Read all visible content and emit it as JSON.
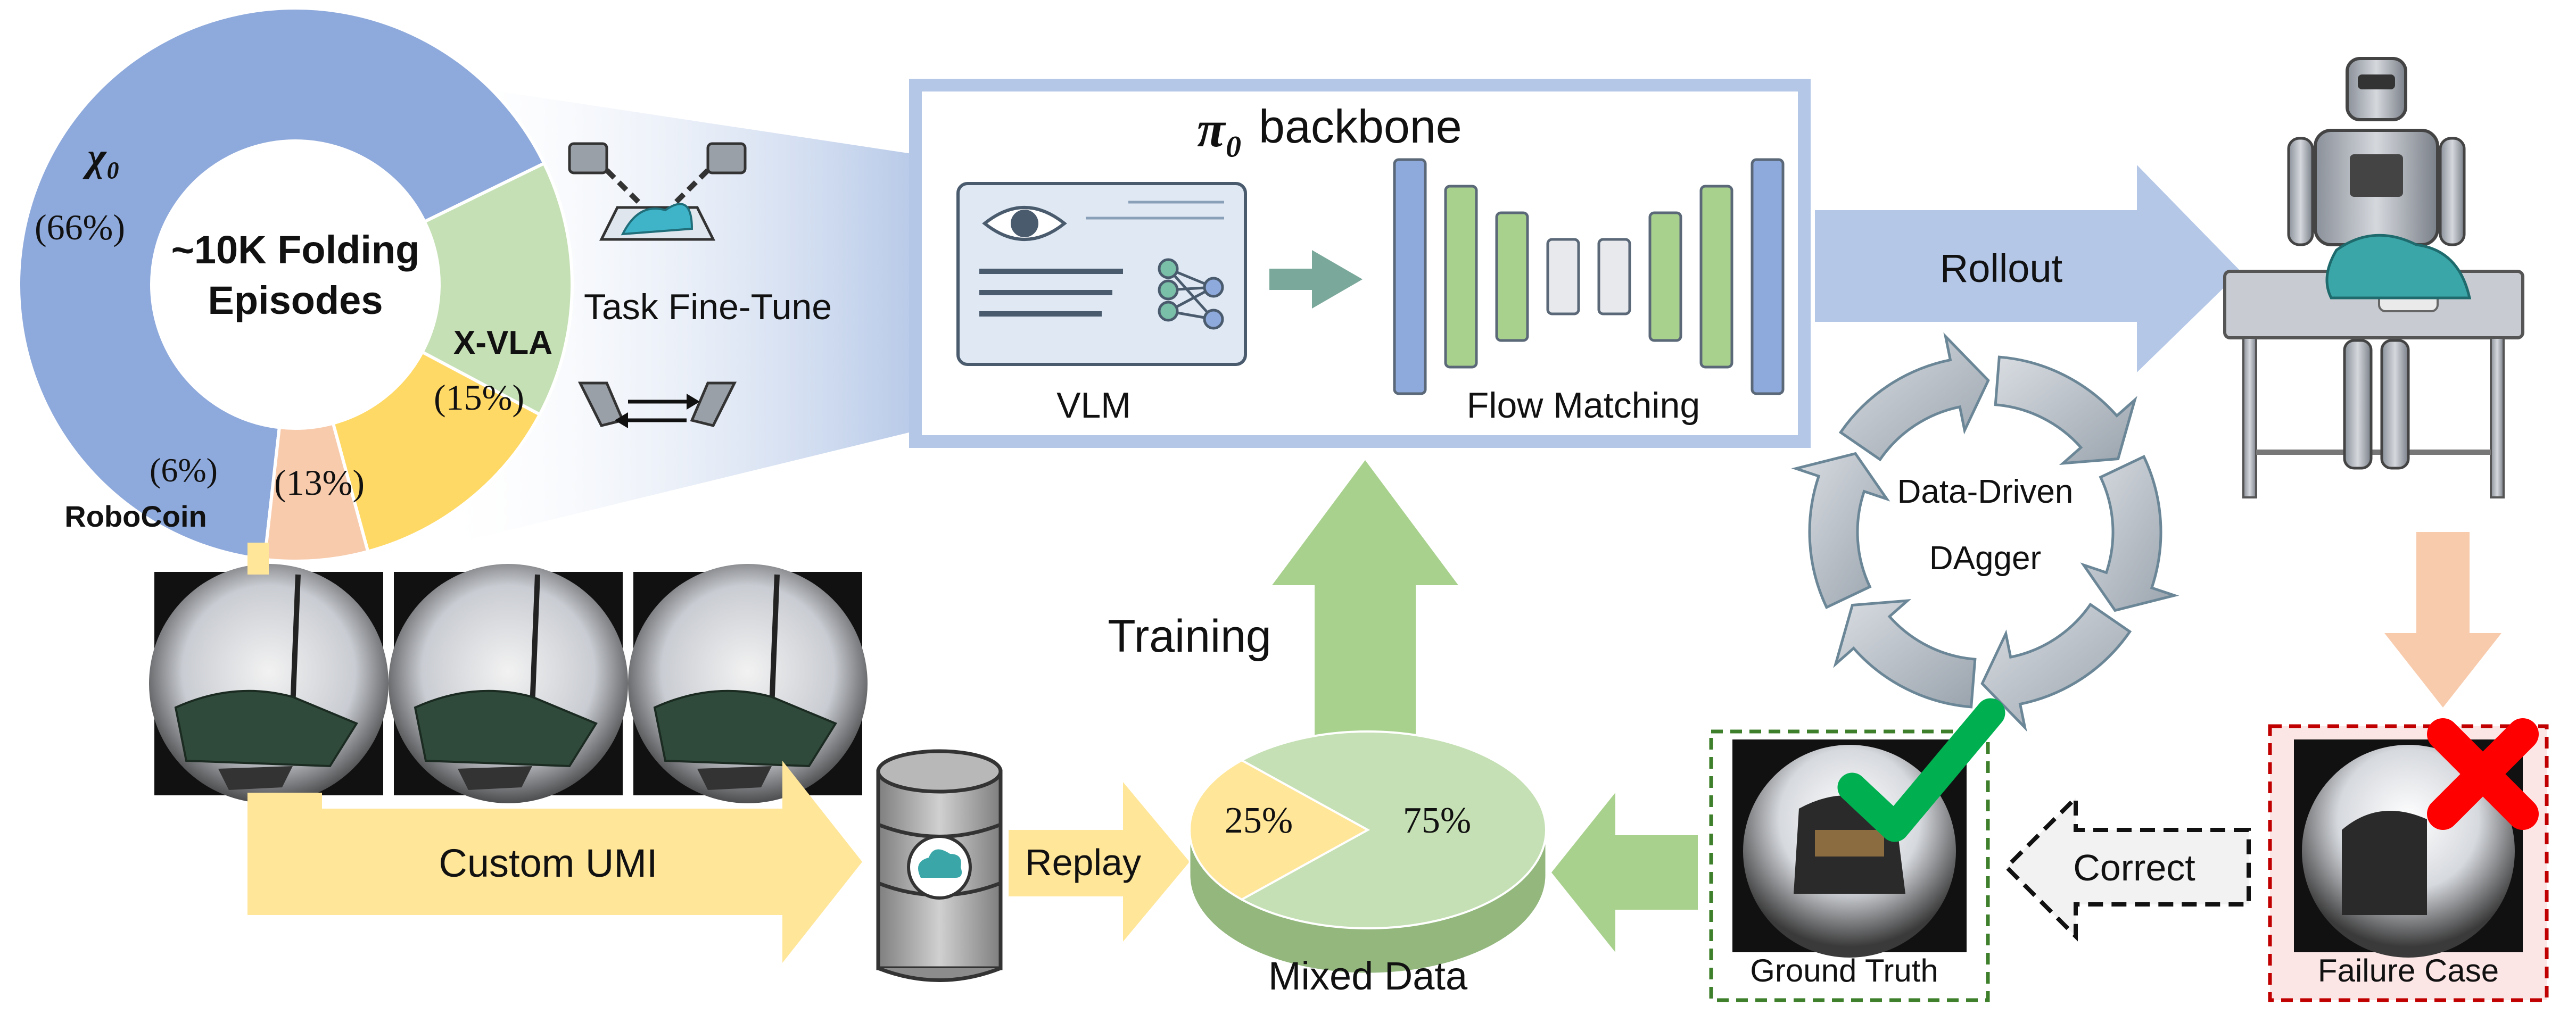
{
  "donut": {
    "center_line1": "~10K Folding",
    "center_line2": "Episodes",
    "segments": [
      {
        "label": "χ₀",
        "pct_label": "(66%)",
        "value": 66,
        "color": "#8ea9db"
      },
      {
        "label": "X-VLA",
        "pct_label": "(15%)",
        "value": 15,
        "color": "#c5e0b4"
      },
      {
        "label": "",
        "pct_label": "(13%)",
        "value": 13,
        "color": "#ffd966"
      },
      {
        "label": "RoboCoin",
        "pct_label": "(6%)",
        "value": 6,
        "color": "#f8cbad"
      }
    ]
  },
  "task_finetune_label": "Task Fine-Tune",
  "backbone": {
    "title_symbol": "π₀",
    "title_text": "backbone",
    "vlm_label": "VLM",
    "flow_label": "Flow Matching"
  },
  "rollout_label": "Rollout",
  "dagger": {
    "line1": "Data-Driven",
    "line2": "DAgger"
  },
  "training_label": "Training",
  "custom_umi_label": "Custom UMI",
  "replay_label": "Replay",
  "mixed_data": {
    "label": "Mixed Data",
    "slices": [
      {
        "pct_label": "25%",
        "value": 25,
        "color": "#ffe699"
      },
      {
        "pct_label": "75%",
        "value": 75,
        "color": "#c5e0b4"
      }
    ]
  },
  "correct_label": "Correct",
  "ground_truth_label": "Ground Truth",
  "failure_case_label": "Failure Case",
  "colors": {
    "blue": "#8ea9db",
    "light_blue": "#b4c7e7",
    "green": "#a9d18e",
    "yellow": "#ffe699",
    "peach": "#f8cbad",
    "gray": "#a6a6a6",
    "ok_green": "#00b050",
    "fail_red": "#ff0000"
  },
  "icons": [
    "gripper-icon",
    "cloth-icon",
    "eye-icon",
    "neural-net-icon",
    "database-icon",
    "cloud-icon",
    "robot-icon",
    "check-icon",
    "cross-icon"
  ]
}
